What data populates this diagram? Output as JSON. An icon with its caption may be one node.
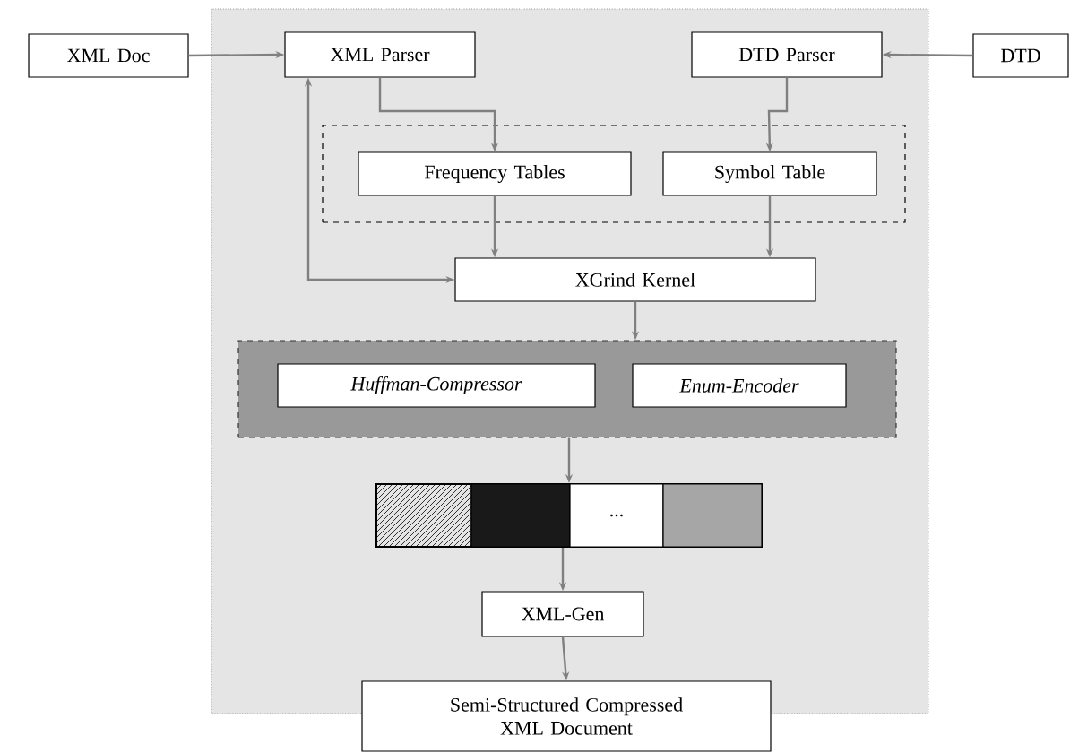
{
  "diagram": {
    "nodes": [
      {
        "text": [
          "XML Doc"
        ]
      },
      {
        "text": [
          "XML Parser"
        ]
      },
      {
        "text": [
          "DTD Parser"
        ]
      },
      {
        "text": [
          "DTD"
        ]
      },
      {
        "text": [],
        "shape": "box"
      },
      {
        "text": [
          "Frequency Tables"
        ],
        "in": 4
      },
      {
        "text": [
          "Symbol Table"
        ],
        "in": 4
      },
      {
        "text": [
          "XGrind Kernel"
        ]
      },
      {
        "text": [],
        "shape": "box"
      },
      {
        "text": [
          "Huffman-Compressor"
        ],
        "in": 8
      },
      {
        "text": [
          "Enum-Encoder"
        ],
        "in": 8
      },
      {
        "text": [],
        "shape": "bar"
      },
      {
        "text": [],
        "shape": "box",
        "in": 11
      },
      {
        "text": [],
        "shape": "box",
        "in": 11
      },
      {
        "text": [
          "..."
        ],
        "in": 11
      },
      {
        "text": [],
        "shape": "box",
        "in": 11
      },
      {
        "text": [
          "XML-Gen"
        ]
      },
      {
        "text": [
          "Semi-Structured Compressed XML Document"
        ]
      }
    ],
    "edges": [
      {
        "from": 0,
        "to": 1,
        "arrow": "to"
      },
      {
        "from": 3,
        "to": 2,
        "arrow": "to"
      },
      {
        "from": 1,
        "to": 5,
        "arrow": "to"
      },
      {
        "from": 2,
        "to": 6,
        "arrow": "to"
      },
      {
        "from": 1,
        "to": 7,
        "arrow": "both"
      },
      {
        "from": 5,
        "to": 7,
        "arrow": "to"
      },
      {
        "from": 6,
        "to": 7,
        "arrow": "to"
      },
      {
        "from": 7,
        "to": 8,
        "arrow": "to"
      },
      {
        "from": 8,
        "to": 11,
        "arrow": "to"
      },
      {
        "from": 11,
        "to": 16,
        "arrow": "to"
      },
      {
        "from": 16,
        "to": 17,
        "arrow": "to"
      }
    ]
  }
}
